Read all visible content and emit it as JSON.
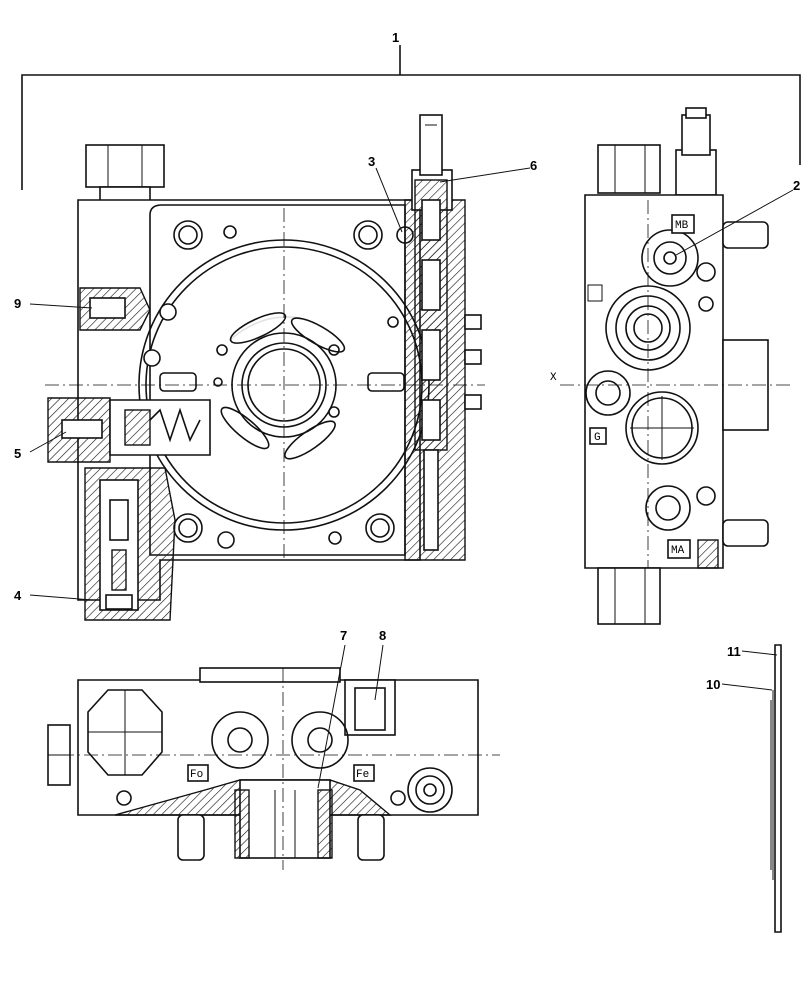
{
  "callouts": {
    "c1": "1",
    "c2": "2",
    "c3": "3",
    "c4": "4",
    "c5": "5",
    "c6": "6",
    "c7": "7",
    "c8": "8",
    "c9": "9",
    "c10": "10",
    "c11": "11"
  },
  "port_labels": {
    "mb": "MB",
    "ma": "MA",
    "g": "G",
    "fo": "Fo",
    "fe": "Fe",
    "x": "X"
  }
}
